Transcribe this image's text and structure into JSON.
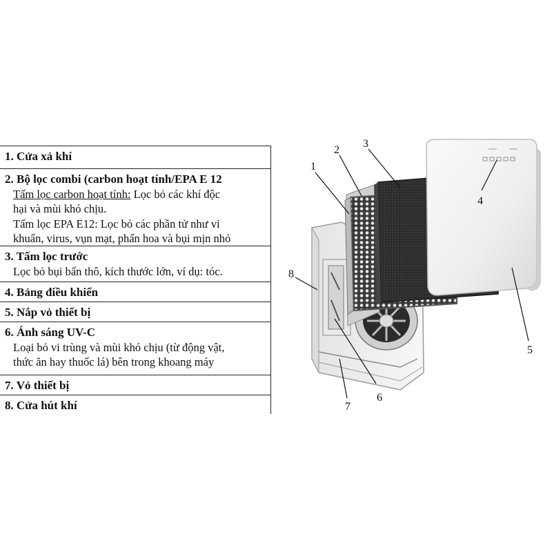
{
  "legend": {
    "items": [
      {
        "number": "1.",
        "title": "Cửa xả khí"
      },
      {
        "number": "2.",
        "title": "Bộ lọc combi (carbon hoạt tính/EPA E 12",
        "lines": [
          {
            "lead": "Tấm lọc carbon hoạt tính:",
            "text": " Lọc bỏ các khí độc"
          },
          {
            "text": "hại và mùi khó chịu."
          },
          {
            "text": "Tấm lọc EPA E12: Lọc bỏ các phần tử như vi"
          },
          {
            "text": "khuẩn, virus, vụn mạt, phấn hoa và bụi mịn nhỏ"
          }
        ]
      },
      {
        "number": "3.",
        "title": "Tấm lọc trước",
        "lines": [
          {
            "text": "Lọc bỏ bụi bẩn thô, kích thước lớn, ví dụ: tóc."
          }
        ]
      },
      {
        "number": "4.",
        "title": "Bảng điều khiển"
      },
      {
        "number": "5.",
        "title": "Nắp vỏ thiết bị"
      },
      {
        "number": "6.",
        "title": "Ánh sáng UV-C",
        "lines": [
          {
            "prefix": "Loại bỏ vi trùng và mùi khó chịu (từ động vật,"
          },
          {
            "text": "thức ăn hay thuốc lá) bên trong khoang máy"
          }
        ]
      },
      {
        "number": "7.",
        "title": "Vỏ thiết bị"
      },
      {
        "number": "8.",
        "title": "Cửa hút khí"
      }
    ]
  },
  "callouts": [
    "1",
    "2",
    "3",
    "4",
    "5",
    "6",
    "7",
    "8"
  ],
  "colors": {
    "border": "#222222",
    "filter_dark": "#2b2b2b",
    "honeycomb": "#3a3a3a",
    "housing": "#f2f2f2"
  }
}
